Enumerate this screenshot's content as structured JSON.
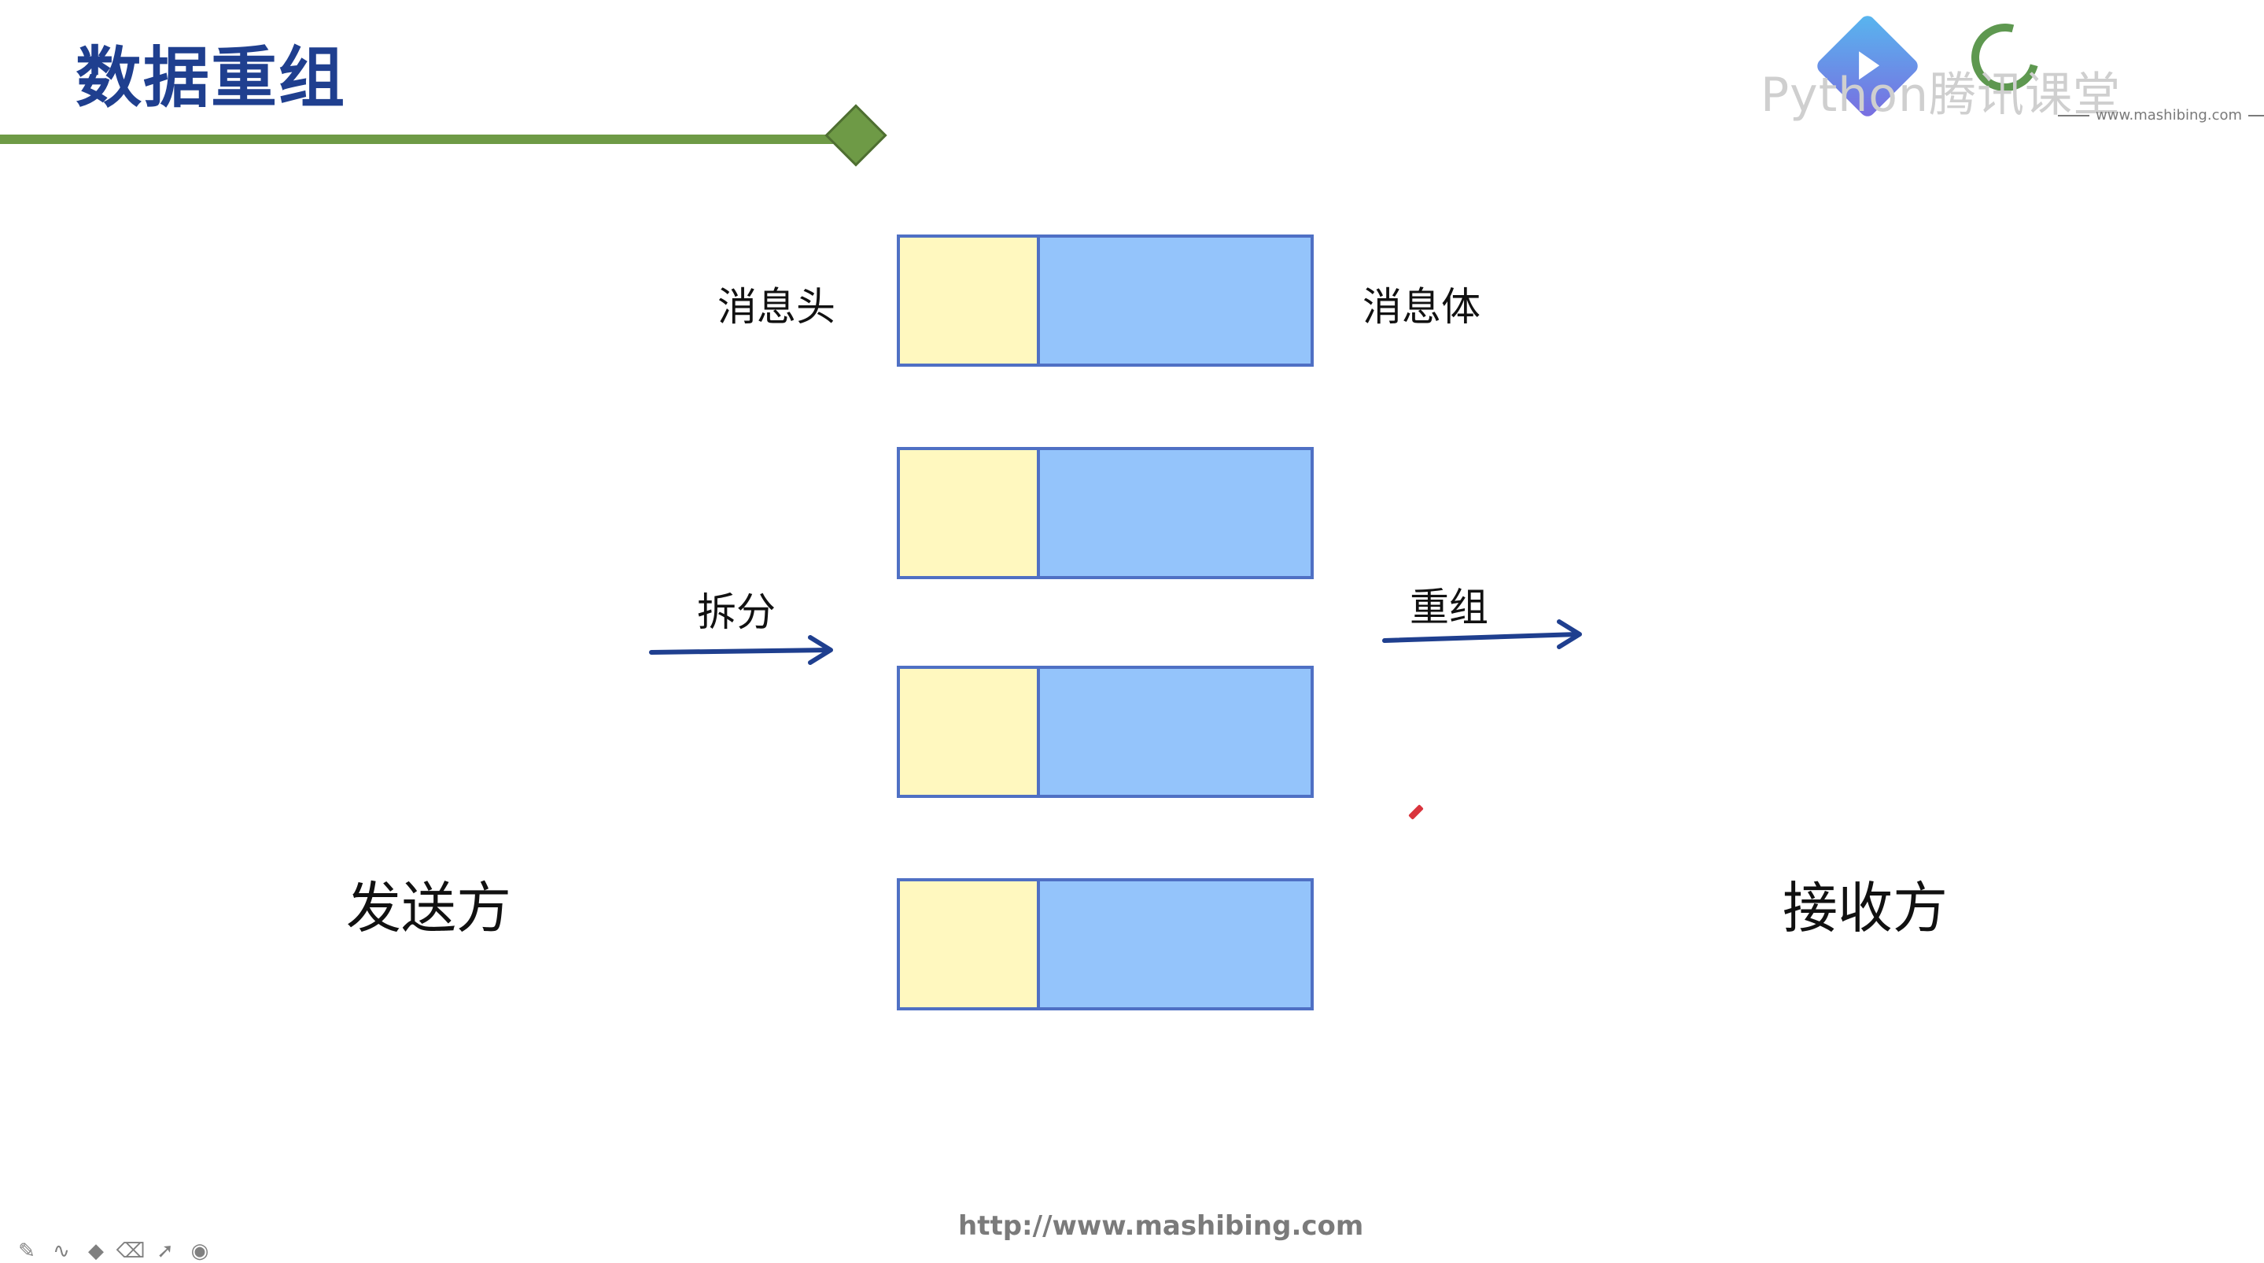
{
  "slide": {
    "title": "数据重组"
  },
  "logo": {
    "text": "Python腾讯课堂",
    "url": "www.mashibing.com"
  },
  "diagram": {
    "header_label": "消息头",
    "body_label": "消息体",
    "split_label": "拆分",
    "reassemble_label": "重组",
    "sender_label": "发送方",
    "receiver_label": "接收方",
    "packets": [
      {
        "header_fill": "#fff8bf",
        "body_fill": "#94c4fb"
      },
      {
        "header_fill": "#fff8bf",
        "body_fill": "#94c4fb"
      },
      {
        "header_fill": "#fff8bf",
        "body_fill": "#94c4fb"
      },
      {
        "header_fill": "#fff8bf",
        "body_fill": "#94c4fb"
      }
    ],
    "arrow_color": "#1f3f8f",
    "border_color": "#4f70c4"
  },
  "footer": {
    "url": "http://www.mashibing.com"
  },
  "toolbar": {
    "tools": [
      "pen-icon",
      "curve-icon",
      "highlighter-icon",
      "eraser-icon",
      "pointer-icon",
      "record-icon"
    ]
  },
  "colors": {
    "title": "#1f3f8f",
    "rule": "#6e9a46"
  }
}
